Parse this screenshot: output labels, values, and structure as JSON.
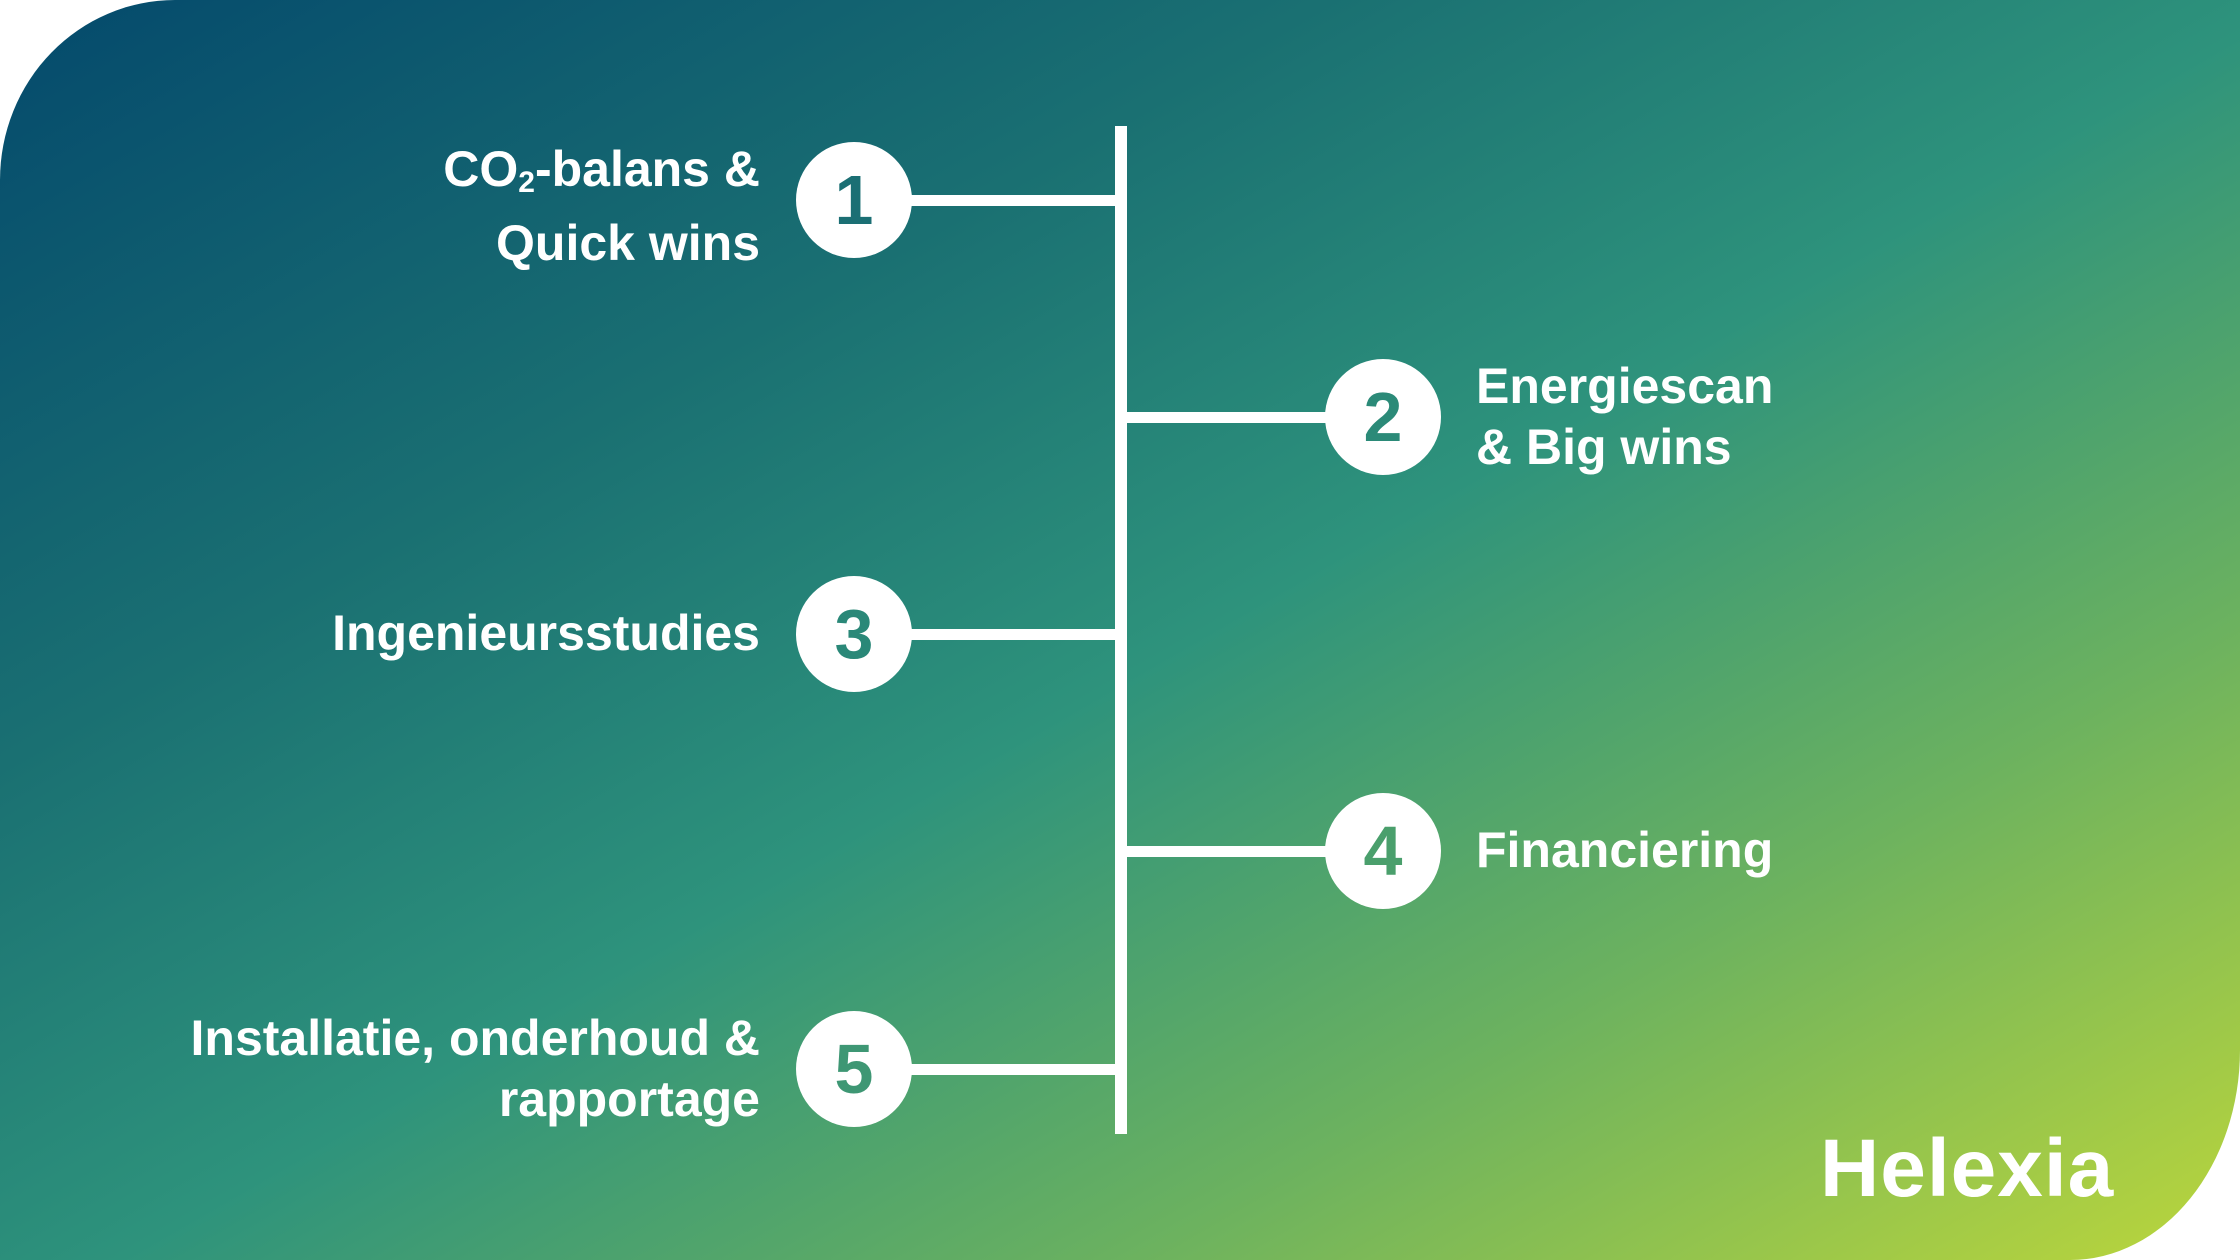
{
  "steps": [
    {
      "number": "1",
      "label_line1_prefix": "CO",
      "label_sub": "2",
      "label_line1_suffix": "-balans &",
      "label_line2": "Quick wins",
      "side": "left",
      "color": "#1b6f74"
    },
    {
      "number": "2",
      "label_line1": "Energiescan",
      "label_line2": "& Big wins",
      "side": "right",
      "color": "#2b8a78"
    },
    {
      "number": "3",
      "label_line1": "Ingenieursstudies",
      "side": "left",
      "color": "#2a8878"
    },
    {
      "number": "4",
      "label_line1": "Financiering",
      "side": "right",
      "color": "#4a9f6c"
    },
    {
      "number": "5",
      "label_line1": "Installatie, onderhoud &",
      "label_line2": "rapportage",
      "side": "left",
      "color": "#3e9774"
    }
  ],
  "logo": "Helexia"
}
